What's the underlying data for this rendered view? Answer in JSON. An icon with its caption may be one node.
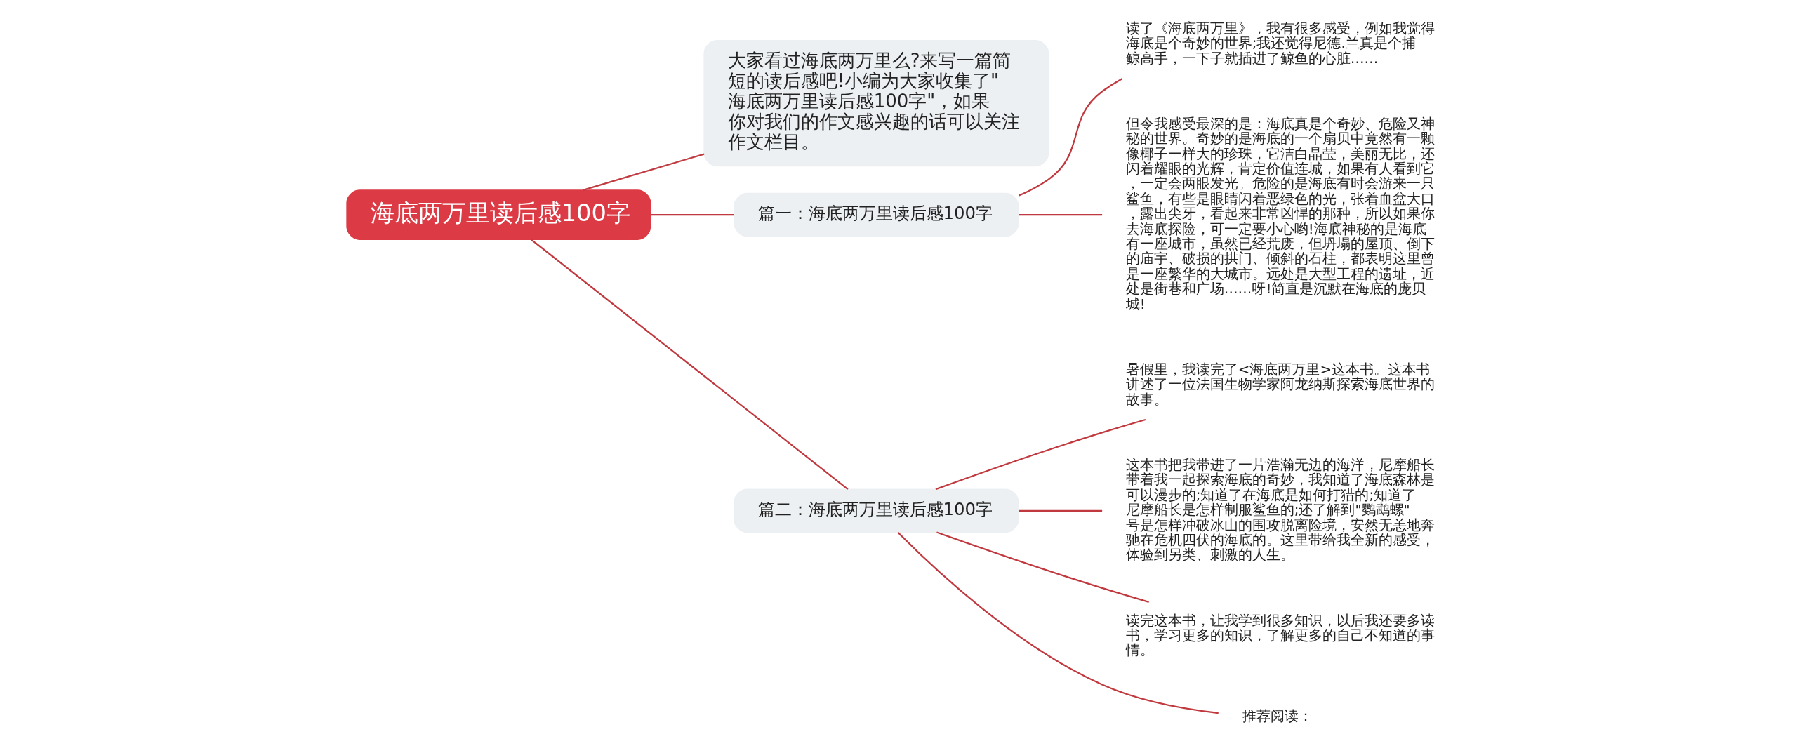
{
  "diagram": {
    "nodes": [
      {
        "text": [
          "海底两万里读后感100字"
        ]
      },
      {
        "text": [
          "大家看过海底两万里么?来写一篇简短的读后感吧!小编为大家收集了\"海底两万里读后感100字\"，如果你对我们的作文感兴趣的话可以关注作文栏目。"
        ]
      },
      {
        "text": [
          "篇一：海底两万里读后感100字"
        ]
      },
      {
        "text": [
          "读了《海底两万里》，我有很多感受，例如我觉得海底是个奇妙的世界;我还觉得尼德.兰真是个捕鲸高手，一下子就插进了鲸鱼的心脏……"
        ]
      },
      {
        "text": [
          "但令我感受最深的是：海底真是个奇妙、危险又神秘的世界。奇妙的是海底的一个扇贝中竟然有一颗像椰子一样大的珍珠，它洁白晶莹，美丽无比，还闪着耀眼的光辉，肯定价值连城，如果有人看到它，一定会两眼发光。危险的是海底有时会游来一只鲨鱼，有些是眼睛闪着恶绿色的光，张着血盆大口，露出尖牙，看起来非常凶悍的那种，所以如果你去海底探险，可一定要小心哟!海底神秘的是海底有一座城市，虽然已经荒废，但坍塌的屋顶、倒下的庙宇、破损的拱门、倾斜的石柱，都表明这里曾是一座繁华的大城市。远处是大型工程的遗址，近处是街巷和广场……呀!简直是沉默在海底的庞贝城!"
        ]
      },
      {
        "text": [
          "篇二：海底两万里读后感100字"
        ]
      },
      {
        "text": [
          "暑假里，我读完了<海底两万里>这本书。这本书讲述了一位法国生物学家阿龙纳斯探索海底世界的故事。"
        ]
      },
      {
        "text": [
          "这本书把我带进了一片浩瀚无边的海洋，尼摩船长带着我一起探索海底的奇妙，我知道了海底森林是可以漫步的;知道了在海底是如何打猎的;知道了尼摩船长是怎样制服鲨鱼的;还了解到\"鹦鹉螺\"号是怎样冲破冰山的围攻脱离险境，安然无恙地奔驰在危机四伏的海底的。这里带给我全新的感受，体验到另类、刺激的人生。"
        ]
      },
      {
        "text": [
          "读完这本书，让我学到很多知识，以后我还要多读书，学习更多的知识，了解更多的自己不知道的事情。"
        ]
      },
      {
        "text": [
          "推荐阅读："
        ]
      }
    ],
    "edges": [
      {
        "from": 0,
        "to": 1,
        "arrow": "none"
      },
      {
        "from": 0,
        "to": 2,
        "arrow": "none"
      },
      {
        "from": 2,
        "to": 3,
        "arrow": "none"
      },
      {
        "from": 2,
        "to": 4,
        "arrow": "none"
      },
      {
        "from": 0,
        "to": 5,
        "arrow": "none"
      },
      {
        "from": 5,
        "to": 6,
        "arrow": "none"
      },
      {
        "from": 5,
        "to": 7,
        "arrow": "none"
      },
      {
        "from": 5,
        "to": 8,
        "arrow": "none"
      },
      {
        "from": 5,
        "to": 9,
        "arrow": "none"
      }
    ]
  }
}
